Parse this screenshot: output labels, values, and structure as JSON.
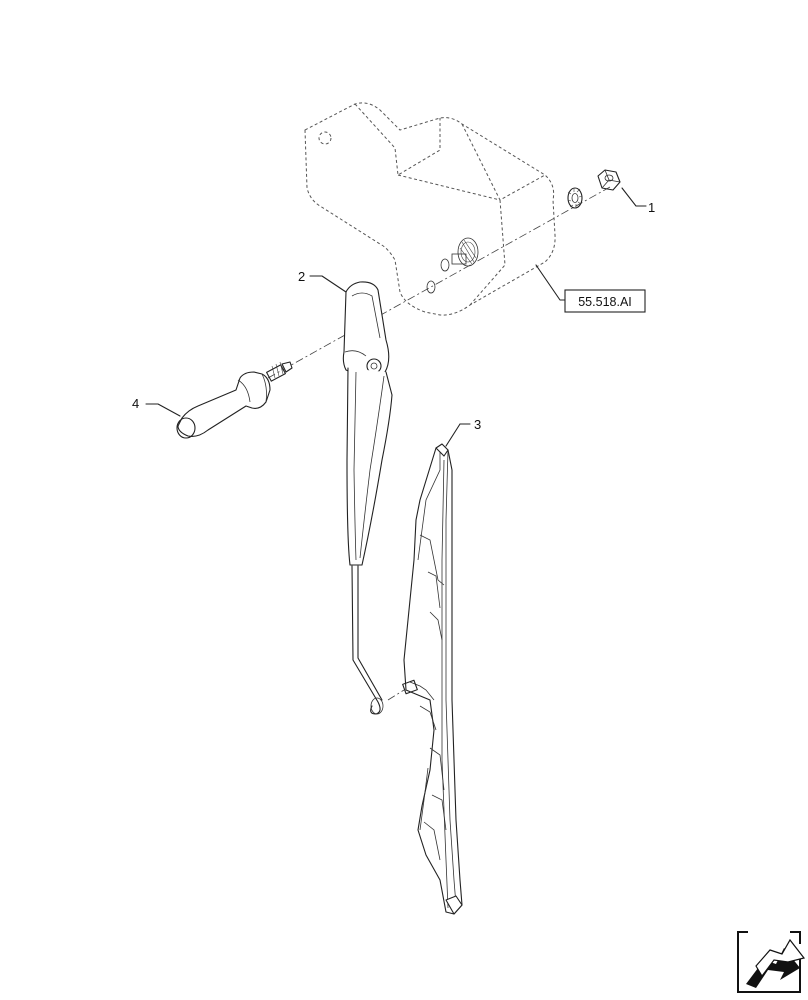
{
  "callouts": [
    {
      "id": "part-1",
      "label": "1"
    },
    {
      "id": "part-2",
      "label": "2"
    },
    {
      "id": "part-3",
      "label": "3"
    },
    {
      "id": "part-4",
      "label": "4"
    }
  ],
  "reference_box": {
    "label": "55.518.AI"
  },
  "icons": {
    "motor": "wiper-motor-phantom-icon",
    "nut": "hex-nut-icon",
    "washer": "lock-washer-icon",
    "arm": "wiper-arm-icon",
    "blade": "wiper-blade-icon",
    "cap": "arm-cover-cap-icon",
    "nav": "next-page-arrow-icon"
  }
}
